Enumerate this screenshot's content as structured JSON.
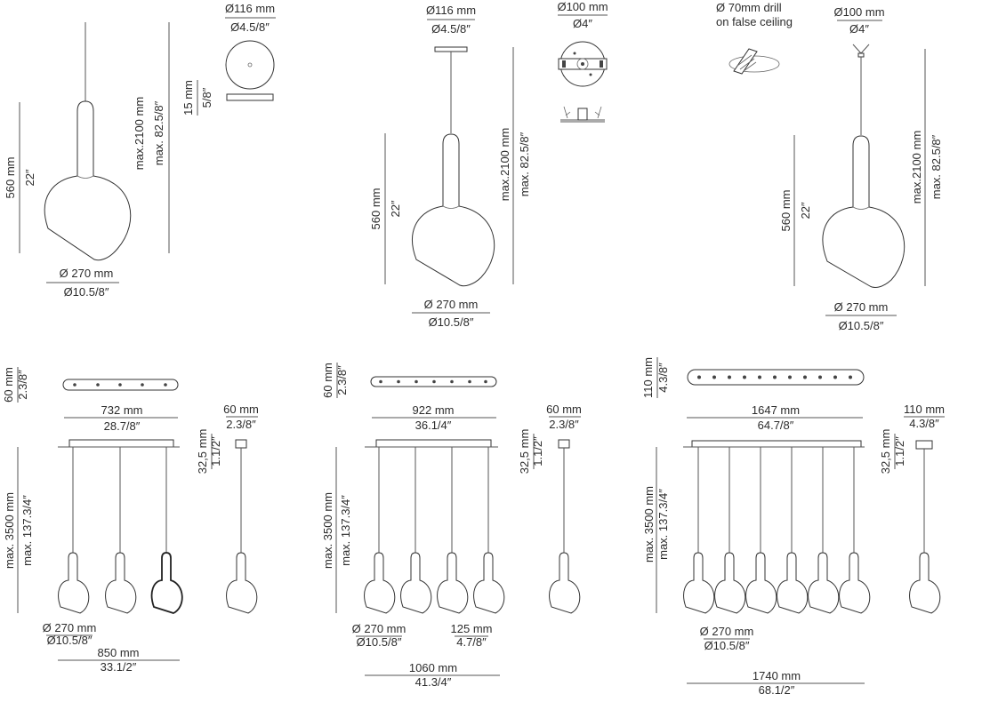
{
  "single_ceiling": {
    "canopy_diameter": {
      "mm": "Ø116 mm",
      "inch": "Ø4.5/8″"
    },
    "canopy_thickness": {
      "mm": "15 mm",
      "inch": "5/8″"
    },
    "height": {
      "mm": "560 mm",
      "inch": "22″"
    },
    "max_length": {
      "mm": "max.2100 mm",
      "inch": "max. 82.5/8″"
    },
    "shade_diameter": {
      "mm": "Ø 270 mm",
      "inch": "Ø10.5/8″"
    }
  },
  "single_recessed": {
    "canopy_diameter": {
      "mm": "Ø116 mm",
      "inch": "Ø4.5/8″"
    },
    "box_diameter": {
      "mm": "Ø100 mm",
      "inch": "Ø4″"
    },
    "height": {
      "mm": "560 mm",
      "inch": "22″"
    },
    "max_length": {
      "mm": "max.2100 mm",
      "inch": "max. 82.5/8″"
    },
    "shade_diameter": {
      "mm": "Ø 270 mm",
      "inch": "Ø10.5/8″"
    }
  },
  "single_false_ceiling": {
    "drill_line1": "Ø 70mm drill",
    "drill_line2": "on false ceiling",
    "canopy_diameter": {
      "mm": "Ø100 mm",
      "inch": "Ø4″"
    },
    "height": {
      "mm": "560 mm",
      "inch": "22″"
    },
    "max_length": {
      "mm": "max.2100 mm",
      "inch": "max. 82.5/8″"
    },
    "shade_diameter": {
      "mm": "Ø 270 mm",
      "inch": "Ø10.5/8″"
    }
  },
  "three_lights": {
    "bar_height": {
      "mm": "60 mm",
      "inch": "2.3/8″"
    },
    "bar_length": {
      "mm": "732 mm",
      "inch": "28.7/8″"
    },
    "end_width": {
      "mm": "60 mm",
      "inch": "2.3/8″"
    },
    "end_height": {
      "mm": "32,5 mm",
      "inch": "1.1/2″"
    },
    "max_length": {
      "mm": "max. 3500 mm",
      "inch": "max. 137.3/4″"
    },
    "shade_diameter": {
      "mm": "Ø 270 mm",
      "inch": "Ø10.5/8″"
    },
    "total_width": {
      "mm": "850 mm",
      "inch": "33.1/2″"
    }
  },
  "four_lights": {
    "bar_height": {
      "mm": "60 mm",
      "inch": "2.3/8″"
    },
    "bar_length": {
      "mm": "922 mm",
      "inch": "36.1/4″"
    },
    "end_width": {
      "mm": "60 mm",
      "inch": "2.3/8″"
    },
    "end_height": {
      "mm": "32,5 mm",
      "inch": "1.1/2″"
    },
    "max_length": {
      "mm": "max. 3500 mm",
      "inch": "max. 137.3/4″"
    },
    "shade_diameter": {
      "mm": "Ø 270 mm",
      "inch": "Ø10.5/8″"
    },
    "spacing": {
      "mm": "125 mm",
      "inch": "4.7/8″"
    },
    "total_width": {
      "mm": "1060 mm",
      "inch": "41.3/4″"
    }
  },
  "six_lights": {
    "bar_height": {
      "mm": "110 mm",
      "inch": "4.3/8″"
    },
    "bar_length": {
      "mm": "1647 mm",
      "inch": "64.7/8″"
    },
    "end_width": {
      "mm": "110 mm",
      "inch": "4.3/8″"
    },
    "end_height": {
      "mm": "32,5 mm",
      "inch": "1.1/2″"
    },
    "max_length": {
      "mm": "max. 3500 mm",
      "inch": "max. 137.3/4″"
    },
    "shade_diameter": {
      "mm": "Ø 270 mm",
      "inch": "Ø10.5/8″"
    },
    "total_width": {
      "mm": "1740 mm",
      "inch": "68.1/2″"
    }
  }
}
